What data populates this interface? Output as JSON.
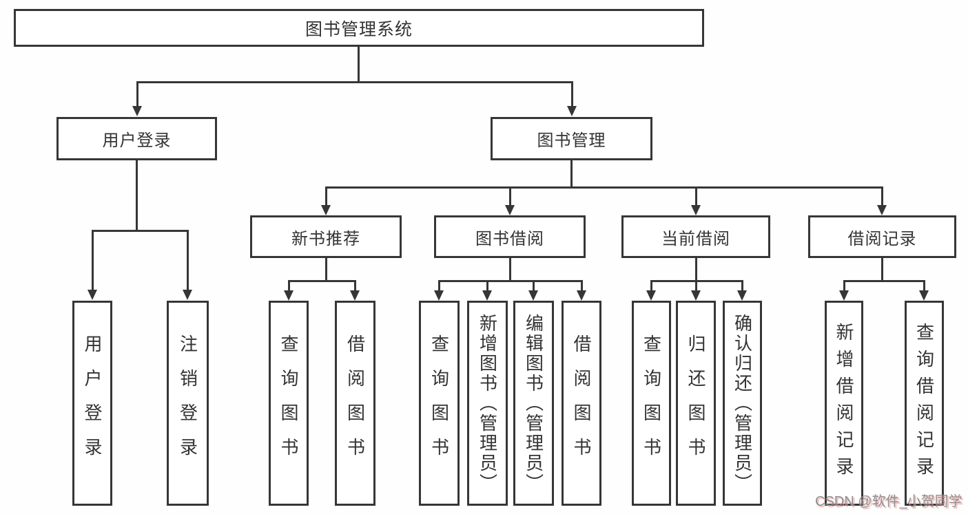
{
  "diagram": {
    "root": {
      "label": "图书管理系统"
    },
    "branches": {
      "user_login": {
        "label": "用户登录",
        "children": [
          {
            "label": "用户登录"
          },
          {
            "label": "注销登录"
          }
        ]
      },
      "book_mgmt": {
        "label": "图书管理",
        "groups": [
          {
            "label": "新书推荐",
            "children": [
              {
                "label": "查询图书"
              },
              {
                "label": "借阅图书"
              }
            ]
          },
          {
            "label": "图书借阅",
            "children": [
              {
                "label": "查询图书"
              },
              {
                "label": "新增图书（管理员）"
              },
              {
                "label": "编辑图书（管理员）"
              },
              {
                "label": "借阅图书"
              }
            ]
          },
          {
            "label": "当前借阅",
            "children": [
              {
                "label": "查询图书"
              },
              {
                "label": "归还图书"
              },
              {
                "label": "确认归还（管理员）"
              }
            ]
          },
          {
            "label": "借阅记录",
            "children": [
              {
                "label": "新增借阅记录"
              },
              {
                "label": "查询借阅记录"
              }
            ]
          }
        ]
      }
    },
    "watermark": {
      "text": "CSDN @软件_小贺同学"
    },
    "colors": {
      "line": "#363636",
      "text": "#333333",
      "bg": "#fefefe",
      "watermark": "#8f8f8f"
    }
  }
}
